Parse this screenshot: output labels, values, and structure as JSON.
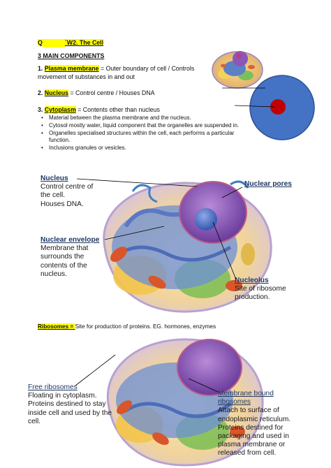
{
  "header": {
    "q": "Q",
    "title": "`W2. The Cell"
  },
  "section_heading": "3 MAIN COMPONENTS",
  "components": [
    {
      "num": "1.",
      "term": "Plasma membrane",
      "def": " = Outer boundary of cell / Controls",
      "def2": "movement of substances in and out"
    },
    {
      "num": "2.",
      "term": "Nucleus",
      "def": " = Control centre / Houses DNA"
    },
    {
      "num": "3.",
      "term": "Cytoplasm",
      "def": " = Contents other than nucleus"
    }
  ],
  "cytoplasm_bullets": [
    "Material between the plasma membrane and the nucleus.",
    "Cytosol mostly water, liquid component that the organelles are suspended in.",
    "Organelles specialised structures within the cell, each performs a particular",
    "function.",
    "Inclusions granules or vesicles."
  ],
  "diagram1": {
    "nucleus": {
      "title": "Nucleus",
      "lines": [
        "Control centre of",
        "the cell.",
        "Houses DNA."
      ]
    },
    "nuclear_pores": {
      "title": "Nuclear pores"
    },
    "nuclear_envelope": {
      "title": "Nuclear envelope",
      "lines": [
        "Membrane that",
        "surrounds the",
        "contents of the",
        "nucleus."
      ]
    },
    "nucleolus": {
      "title": "Nucleolus",
      "lines": [
        "Site of ribosome",
        "production."
      ]
    }
  },
  "ribosomes": {
    "term": "Ribosomes = ",
    "def": "Site for production of proteins. EG. hormones, enzymes"
  },
  "diagram2": {
    "free": {
      "title": "Free ribosomes",
      "lines": [
        "Floating in cytoplasm.",
        "Proteins destined to stay",
        "inside cell and used by the",
        "cell."
      ]
    },
    "bound": {
      "title": [
        "Membrane bound",
        "ribosomes"
      ],
      "lines": [
        "Attach to surface of",
        "endoplasmic reticulum.",
        "Proteins destined for",
        "packaging and used in",
        "plasma membrane or",
        "released from cell."
      ]
    }
  },
  "colors": {
    "highlight": "#ffff00",
    "label_blue": "#1f3864",
    "cell_blue": "#4472c4",
    "nucleus_red": "#c00000"
  }
}
